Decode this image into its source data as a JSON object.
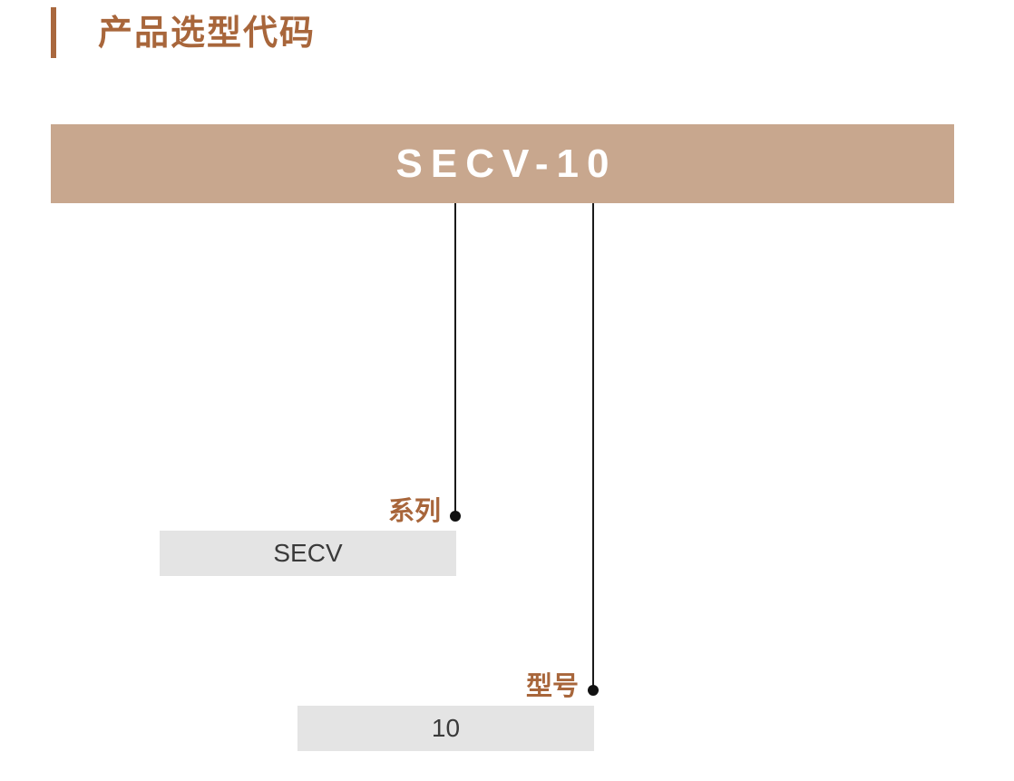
{
  "title": "产品选型代码",
  "code": "SECV-10",
  "segments": [
    {
      "label": "系列",
      "value": "SECV"
    },
    {
      "label": "型号",
      "value": "10"
    }
  ],
  "colors": {
    "accent": "#a8663b",
    "banner": "#c8a78e",
    "box": "#e4e4e4"
  }
}
